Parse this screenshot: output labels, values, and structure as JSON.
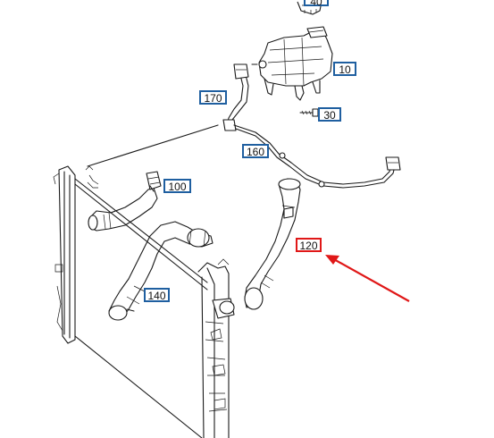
{
  "diagram": {
    "callouts": [
      {
        "id": "part-40",
        "label": "40",
        "highlight": false
      },
      {
        "id": "part-10",
        "label": "10",
        "highlight": false
      },
      {
        "id": "part-170",
        "label": "170",
        "highlight": false
      },
      {
        "id": "part-30",
        "label": "30",
        "highlight": false
      },
      {
        "id": "part-160",
        "label": "160",
        "highlight": false
      },
      {
        "id": "part-100",
        "label": "100",
        "highlight": false
      },
      {
        "id": "part-120",
        "label": "120",
        "highlight": true
      },
      {
        "id": "part-140",
        "label": "140",
        "highlight": false
      }
    ],
    "colors": {
      "callout_border": "#1f5fa0",
      "highlight_border": "#e01818",
      "arrow": "#e01818",
      "line_art": "#1a1a1a"
    }
  }
}
